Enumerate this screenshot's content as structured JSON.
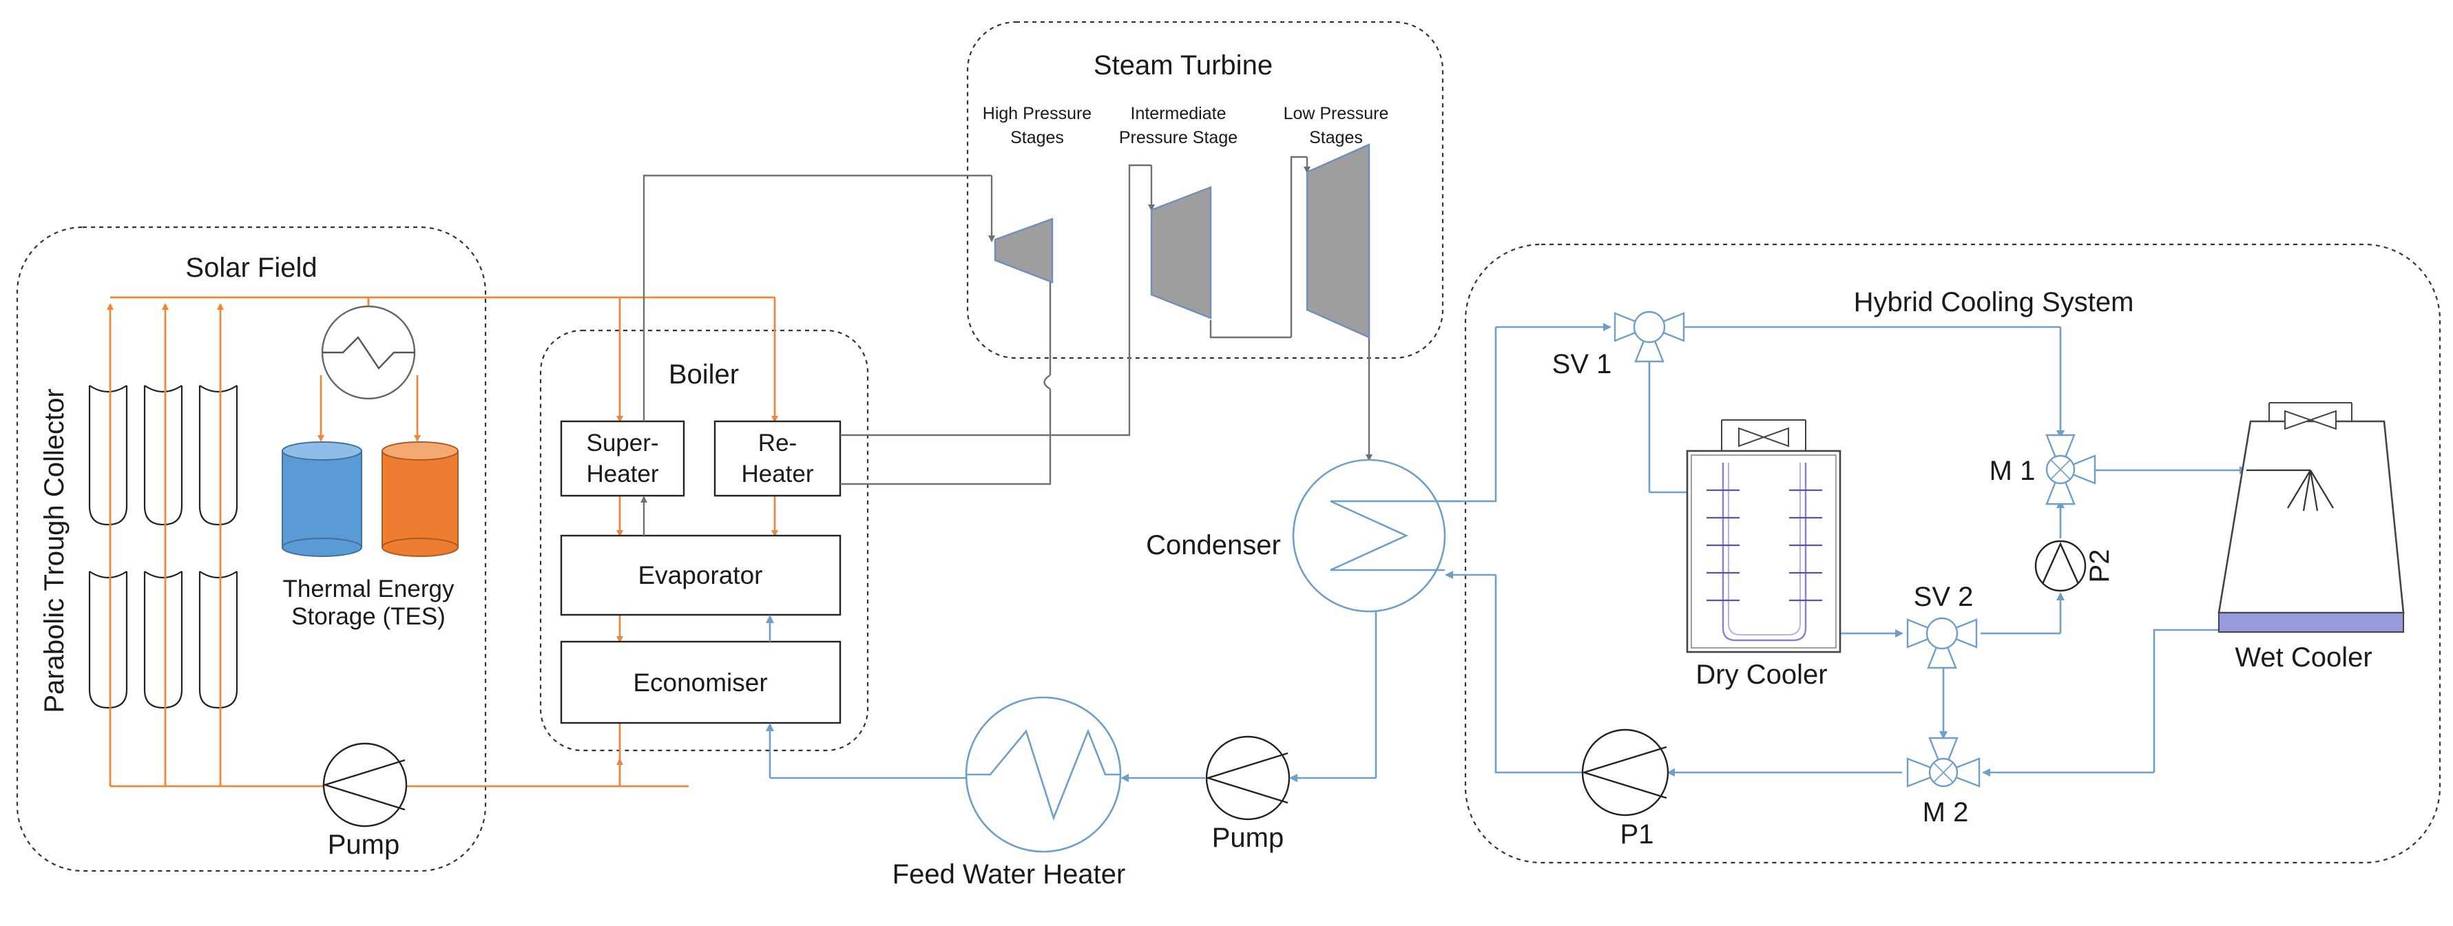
{
  "groups": {
    "solar_field": "Solar Field",
    "boiler": "Boiler",
    "steam_turbine": "Steam Turbine",
    "hybrid_cooling": "Hybrid Cooling System"
  },
  "solar": {
    "collector": "Parabolic Trough Collector",
    "tes_line1": "Thermal Energy",
    "tes_line2": "Storage (TES)",
    "pump": "Pump"
  },
  "boiler": {
    "superheater_line1": "Super-",
    "superheater_line2": "Heater",
    "reheater_line1": "Re-",
    "reheater_line2": "Heater",
    "evaporator": "Evaporator",
    "economiser": "Economiser"
  },
  "turbine": {
    "hp_line1": "High Pressure",
    "hp_line2": "Stages",
    "ip_line1": "Intermediate",
    "ip_line2": "Pressure Stage",
    "lp_line1": "Low Pressure",
    "lp_line2": "Stages"
  },
  "power_block": {
    "condenser": "Condenser",
    "feed_water_heater": "Feed Water Heater",
    "pump": "Pump"
  },
  "cooling": {
    "sv1": "SV 1",
    "sv2": "SV 2",
    "m1": "M 1",
    "m2": "M 2",
    "p1": "P1",
    "p2": "P2",
    "dry_cooler": "Dry Cooler",
    "wet_cooler": "Wet Cooler"
  },
  "colors": {
    "htf_loop": "#e8893e",
    "steam_loop": "#707070",
    "water_loop": "#6f9fc9",
    "tes_cold_tank": "#5b9bd5",
    "tes_hot_tank": "#ed7d31",
    "turbine_stage": "#9e9e9e",
    "wet_cooler_basin": "#9999dd"
  }
}
